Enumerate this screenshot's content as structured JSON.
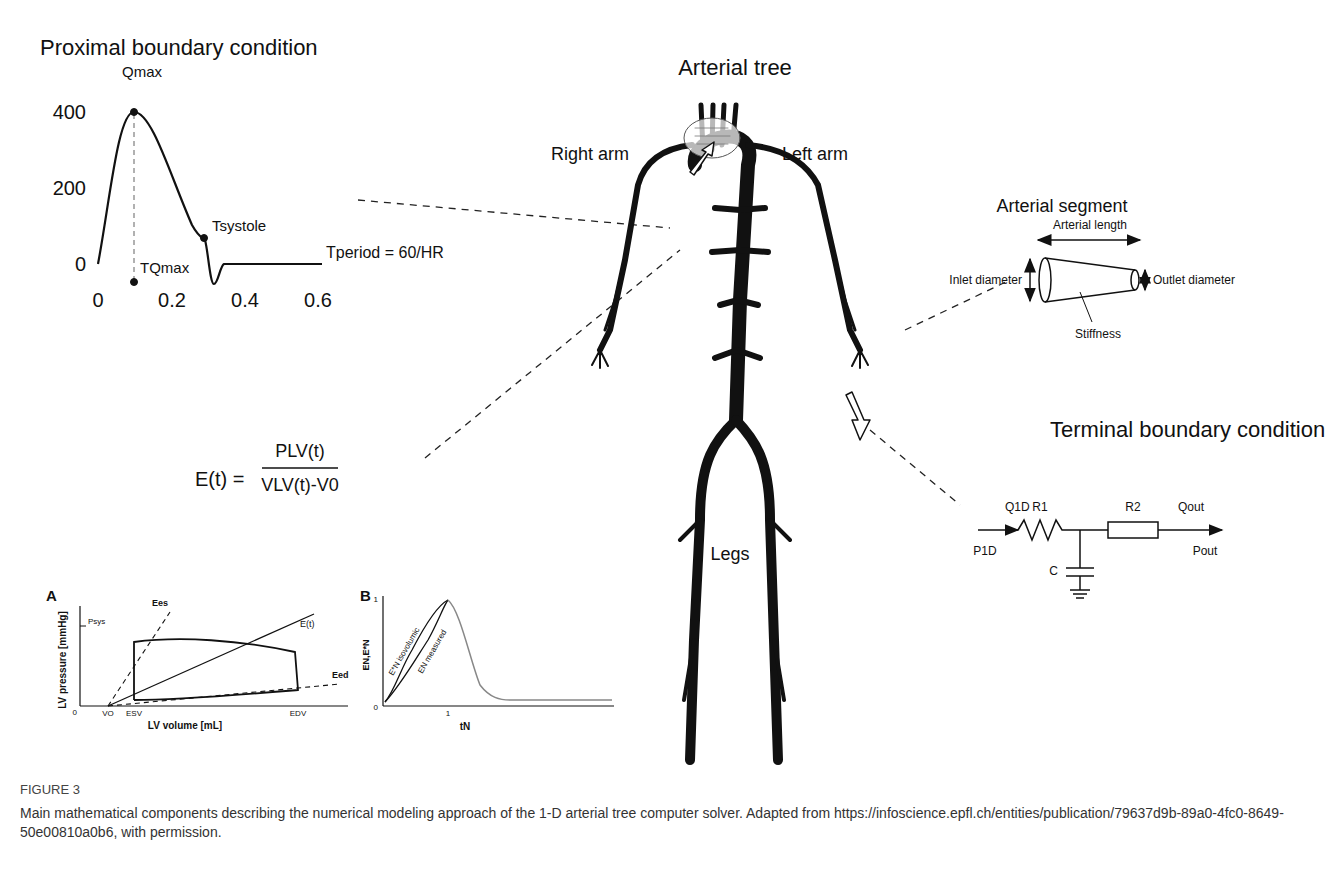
{
  "diagram": {
    "caption": "Main mathematical components describing the numerical modeling approach of the 1-D arterial tree computer solver. Adapted from https://infoscience.epfl.ch/entities/publication/79637d9b-89a0-4fc0-8649-50e00810a0b6, with permission.",
    "labels": [
      "Proximal boundary condition",
      "Qmax",
      "400",
      "200",
      "0",
      "0",
      "0.2",
      "0.4",
      "0.6",
      "TQmax",
      "Tsystole",
      "Tperiod = 60/HR",
      "Arterial tree",
      "Right arm",
      "Left arm",
      "Legs",
      "Arterial segment",
      "Arterial length",
      "Inlet diameter",
      "Outlet diameter",
      "Stiffness",
      "Terminal boundary condition",
      "Q1D",
      "R1",
      "R2",
      "Qout",
      "P1D",
      "C",
      "Pout",
      "E(t) =",
      "PLV(t)",
      "VLV(t)-V0",
      "A",
      "LV pressure [mmHg]",
      "Psys",
      "Ees",
      "E(t)",
      "Eed",
      "0",
      "VO",
      "ESV",
      "EDV",
      "LV volume [mL]",
      "B",
      "1",
      "0",
      "1",
      "tN",
      "EN,E*N",
      "E*N isovolumic",
      "EN measured",
      "FIGURE 3"
    ]
  }
}
